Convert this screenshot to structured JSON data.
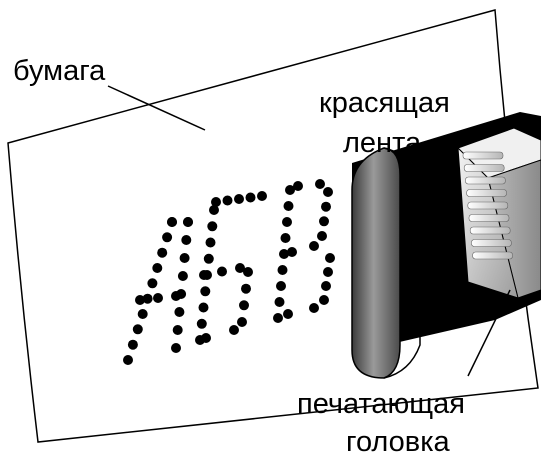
{
  "labels": {
    "paper": "бумага",
    "ribbon_line1": "красящая",
    "ribbon_line2": "лента",
    "head_line1": "печатающая",
    "head_line2": "головка"
  },
  "printed_text": "АБВ",
  "colors": {
    "ink": "#000000",
    "paper": "#ffffff",
    "ribbon": "#000000",
    "ribbon_curl": "#6e6e6e",
    "head_body": "#c9c9c9"
  }
}
